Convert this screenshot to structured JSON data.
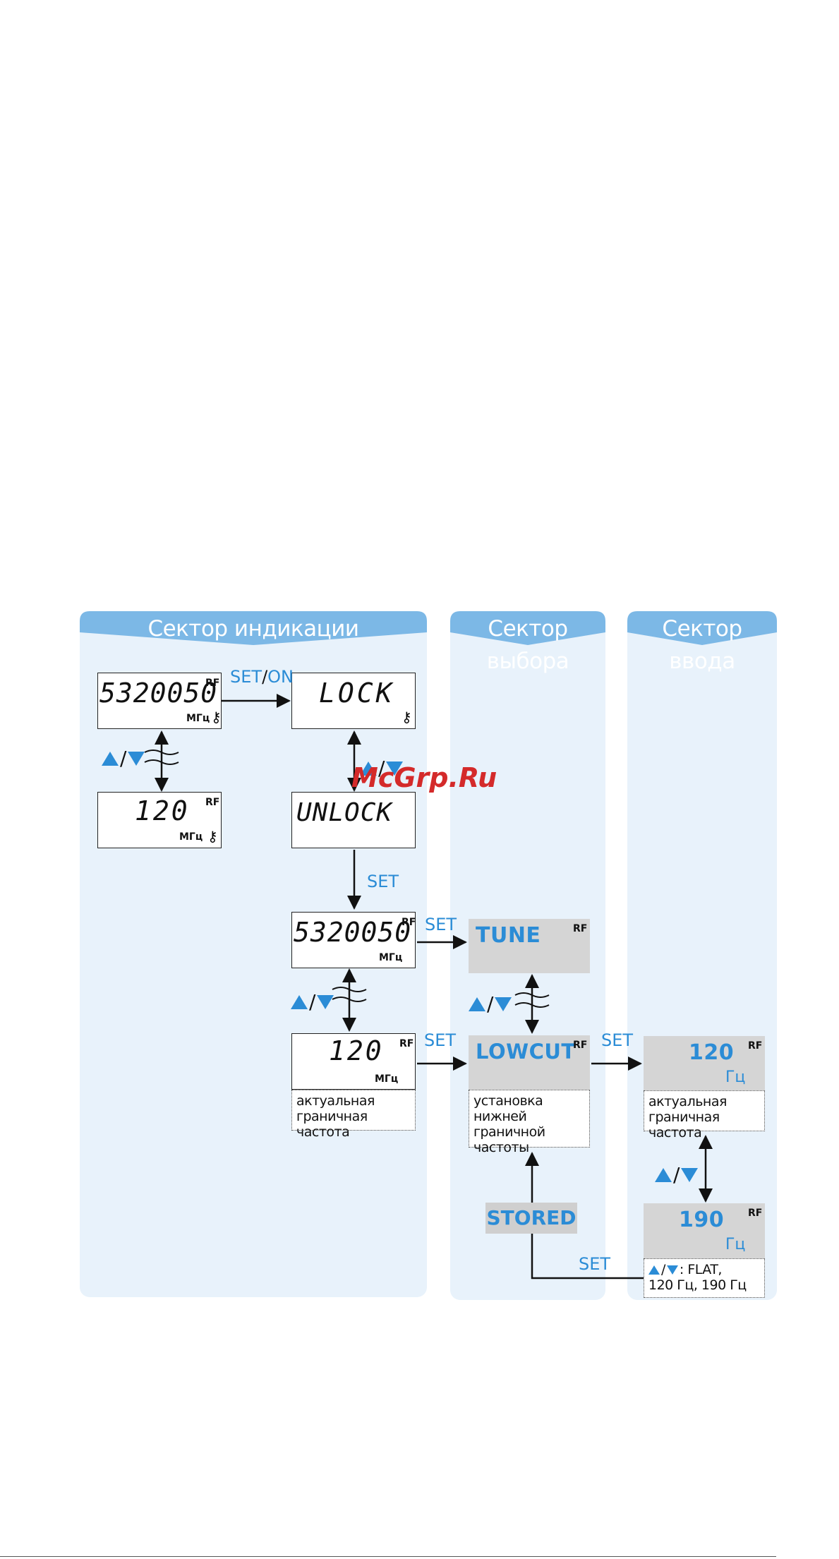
{
  "sectors": {
    "display": "Сектор индикации",
    "select": "Сектор выбора",
    "input": "Сектор ввода"
  },
  "displays": {
    "freq_main": "5320050",
    "rf": "RF",
    "unit_mhz": "МГц",
    "lock": "LOCK",
    "unlock": "UNLOCK",
    "freq_second": "5320050",
    "lowcut_120": "120",
    "lowcut_120b": "120"
  },
  "labels": {
    "set_on_set": "SET",
    "set_on_on": "ON",
    "set_on_slash": "/",
    "set1": "SET",
    "set2": "SET",
    "set3": "SET",
    "set4": "SET",
    "set5": "SET",
    "slash": "/"
  },
  "select_sector": {
    "tune": "TUNE",
    "lowcut": "LOWCUT",
    "lowcut_desc": [
      "установка",
      "нижней граничной",
      "частоты"
    ],
    "stored": "STORED"
  },
  "input_sector": {
    "value1": "120",
    "unit1": "Гц",
    "desc1": [
      "актуальная",
      "граничная частота"
    ],
    "value2": "190",
    "unit2": "Гц",
    "options_line1": ": FLAT,",
    "options_line2": "120 Гц, 190 Гц"
  },
  "display_desc": [
    "актуальная",
    "граничная частота"
  ],
  "watermark": "McGrp.Ru",
  "colors": {
    "accent_blue": "#2b8cd6",
    "header_blue": "#7cb8e6",
    "panel_bg": "#e8f2fb",
    "gray_box": "#d5d5d5",
    "watermark_red": "#d42a2a"
  }
}
